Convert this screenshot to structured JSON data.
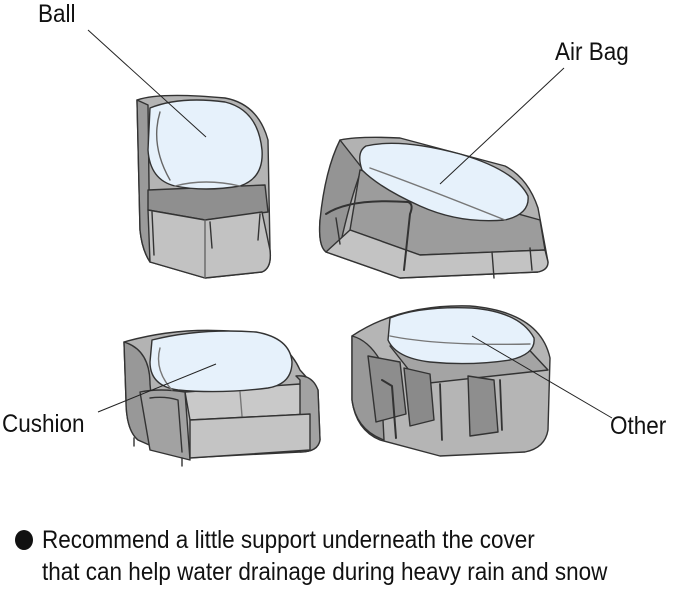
{
  "labels": {
    "ball": "Ball",
    "air_bag": "Air Bag",
    "cushion": "Cushion",
    "other": "Other"
  },
  "note": {
    "line1": "Recommend a little support underneath the cover",
    "line2": "that can help water drainage during heavy rain and snow"
  },
  "colors": {
    "cover": "#a9a9a9",
    "cover_dark": "#8a8a8a",
    "support": "#e4f0fa",
    "line": "#333333"
  }
}
